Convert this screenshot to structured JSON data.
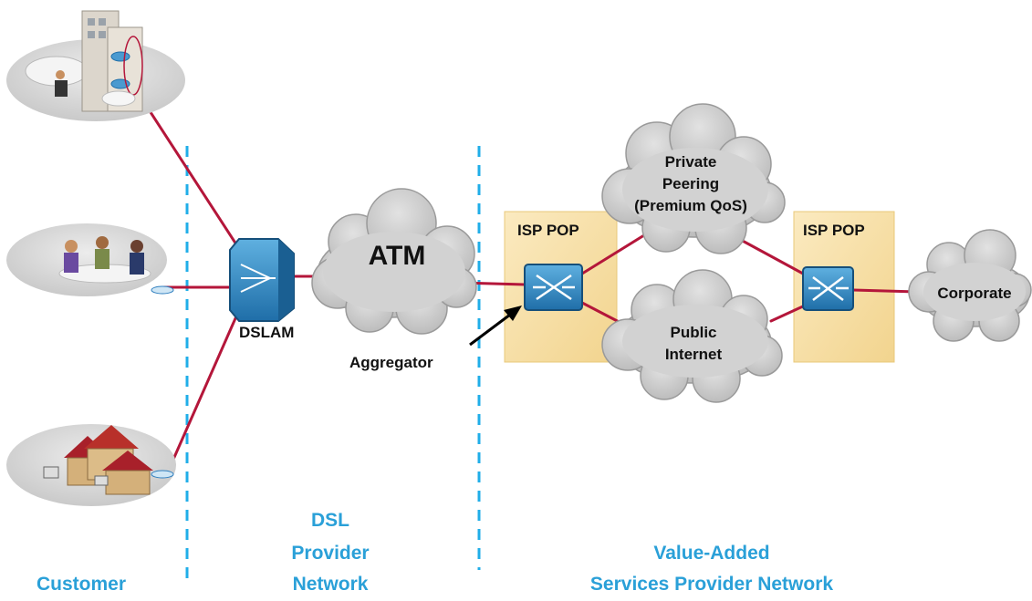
{
  "labels": {
    "dslam": "DSLAM",
    "atm": "ATM",
    "aggregator": "Aggregator",
    "isp_pop_left": "ISP POP",
    "isp_pop_right": "ISP POP",
    "private_peering": [
      "Private",
      "Peering",
      "(Premium QoS)"
    ],
    "public_internet": [
      "Public",
      "Internet"
    ],
    "corporate": "Corporate"
  },
  "zones": {
    "customer": "Customer",
    "dsl_provider": [
      "DSL",
      "Provider",
      "Network"
    ],
    "value_added": [
      "Value-Added",
      "Services Provider Network"
    ]
  },
  "colors": {
    "link": "#b4163a",
    "divider": "#20aee8",
    "zone_text": "#2aa0d8",
    "cloud_fill": "#c8c8c8",
    "cloud_stroke": "#9a9a9a",
    "pop_box": "#f7e0a8",
    "device": "#2f7fbf"
  }
}
